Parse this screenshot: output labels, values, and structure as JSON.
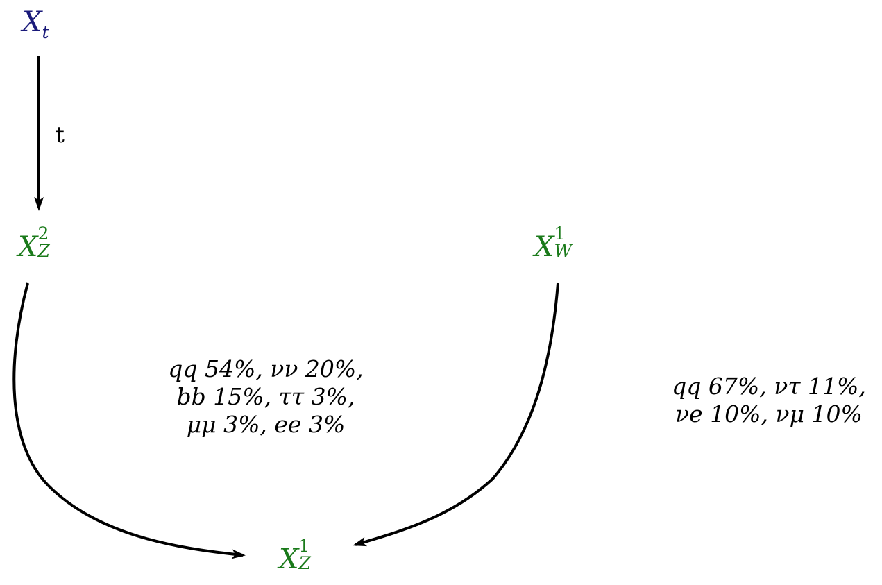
{
  "colors": {
    "source_node": "#1a1a7a",
    "green_node": "#1a7a1a",
    "edge": "#000000",
    "text": "#000000"
  },
  "nodes": {
    "xt": {
      "base": "X",
      "sub": "t"
    },
    "xz2": {
      "base": "X",
      "sup": "2",
      "sub": "Z"
    },
    "xw1": {
      "base": "X",
      "sup": "1",
      "sub": "W"
    },
    "xz1": {
      "base": "X",
      "sup": "1",
      "sub": "Z"
    }
  },
  "edges": {
    "xt_to_xz2_label": "t"
  },
  "annotations": {
    "z_decays": [
      "qq 54%, νν 20%,",
      "bb 15%, ττ 3%,",
      "μμ 3%, ee 3%"
    ],
    "w_decays": [
      "qq 67%, ντ 11%,",
      "νe 10%, νμ 10%"
    ]
  }
}
